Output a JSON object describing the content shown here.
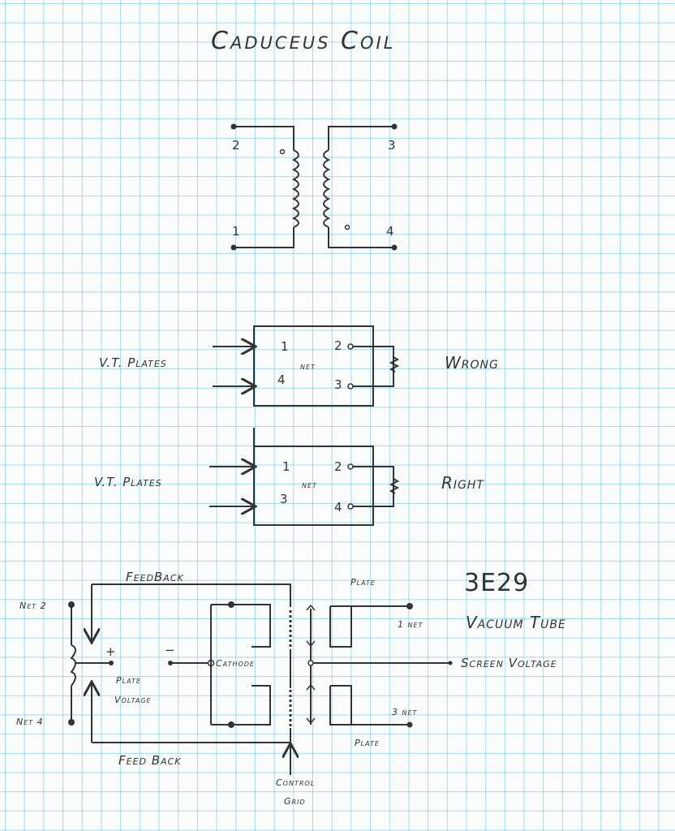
{
  "title": "Caduceus Coil",
  "coil": {
    "t1": "1",
    "t2": "2",
    "t3": "3",
    "t4": "4"
  },
  "wrong": {
    "input_label": "V.T. Plates",
    "t1": "1",
    "t4": "4",
    "net": "net",
    "t2": "2",
    "t3": "3",
    "verdict": "Wrong"
  },
  "right": {
    "input_label": "V.T. Plates",
    "t1": "1",
    "t3": "3",
    "net": "net",
    "t2": "2",
    "t4": "4",
    "verdict": "Right"
  },
  "circuit": {
    "feedback_top": "FeedBack",
    "feedback_bottom": "Feed Back",
    "net2": "Net 2",
    "net4": "Net 4",
    "plus": "+",
    "minus": "−",
    "plate_voltage_1": "Plate",
    "plate_voltage_2": "Voltage",
    "cathode": "Cathode",
    "control_1": "Control",
    "control_2": "Grid",
    "plate_top": "Plate",
    "plate_bottom": "Plate",
    "tube_model": "3E29",
    "net1": "1 net",
    "net3": "3 net",
    "tube_label": "Vacuum Tube",
    "screen_voltage": "Screen Voltage"
  }
}
